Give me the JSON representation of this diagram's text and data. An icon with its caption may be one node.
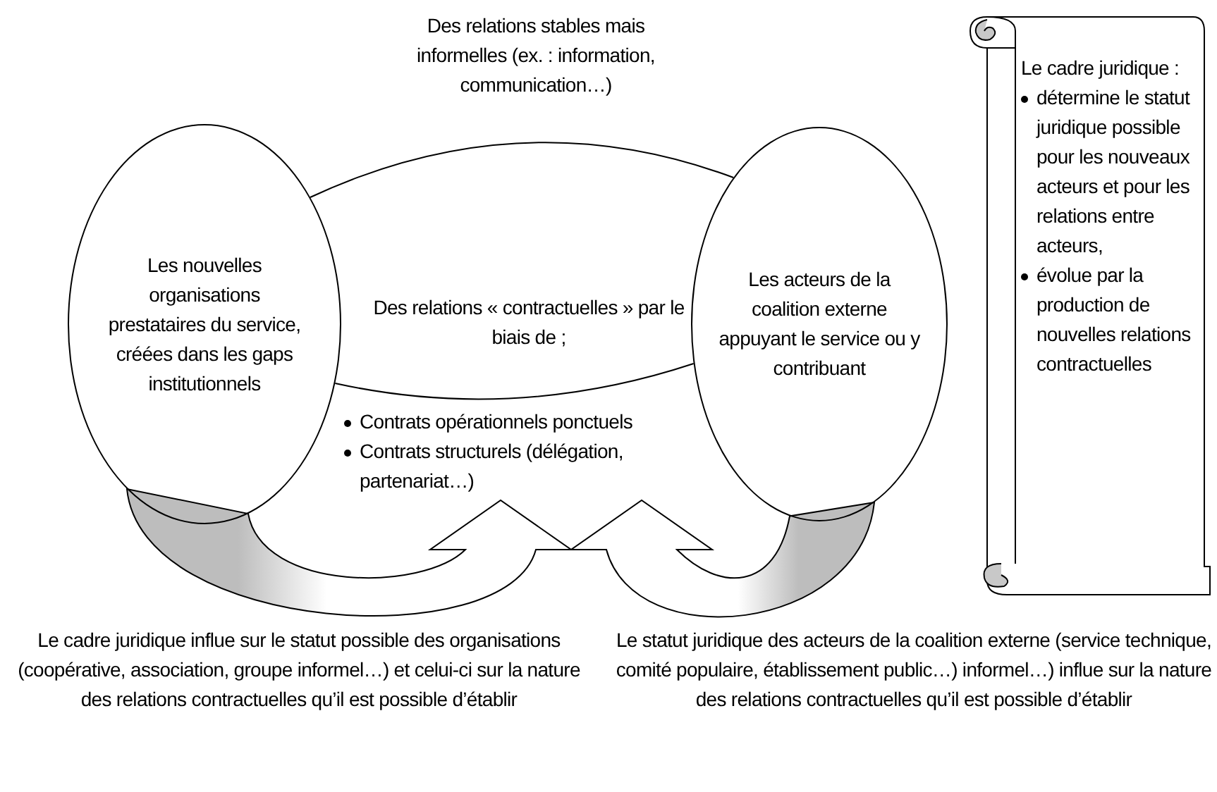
{
  "diagram": {
    "nodes": [
      {
        "text": [
          "Les nouvelles organisations prestataires du service, créées dans les gaps institutionnels"
        ]
      },
      {
        "text": [
          "Les acteurs de la coalition externe appuyant le service ou y contribuant"
        ]
      },
      {
        "text": [
          "Le cadre juridique :",
          "détermine le statut juridique possible pour les nouveaux acteurs et pour les relations entre acteurs,",
          "évolue par la production de nouvelles relations contractuelles"
        ]
      }
    ],
    "edges": [
      {
        "from": 0,
        "to": 1,
        "arrow": "none",
        "label": "Des relations stables mais informelles (ex. : information, communication…)"
      },
      {
        "from": 0,
        "to": 1,
        "arrow": "none",
        "label": "Des relations « contractuelles » par le biais de ;"
      },
      {
        "from": 0,
        "to": null,
        "arrow": "to",
        "style": "thick"
      },
      {
        "from": 1,
        "to": null,
        "arrow": "to",
        "style": "thick"
      }
    ],
    "labels": [
      "Contrats opérationnels ponctuels",
      "Contrats structurels (délégation, partenariat…)",
      "Le cadre juridique influe sur le statut possible des organisations (coopérative, association, groupe informel…) et celui-ci sur la nature des relations contractuelles qu’il est possible d’établir",
      "Le statut juridique des acteurs de la coalition externe (service technique, comité populaire, établissement public…) informel…) influe sur la nature des relations contractuelles qu’il est possible d’établir"
    ]
  }
}
